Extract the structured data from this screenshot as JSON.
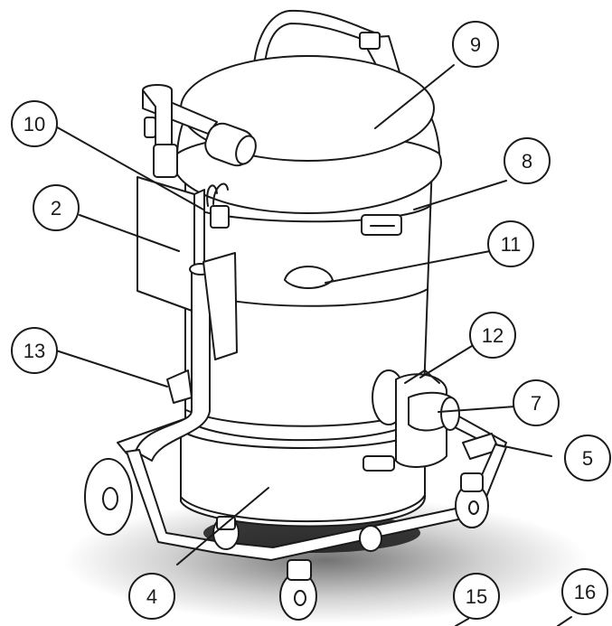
{
  "diagram": {
    "callouts": [
      {
        "id": "c9",
        "label": "9"
      },
      {
        "id": "c10",
        "label": "10"
      },
      {
        "id": "c8",
        "label": "8"
      },
      {
        "id": "c2",
        "label": "2"
      },
      {
        "id": "c11",
        "label": "11"
      },
      {
        "id": "c13",
        "label": "13"
      },
      {
        "id": "c12",
        "label": "12"
      },
      {
        "id": "c7",
        "label": "7"
      },
      {
        "id": "c5",
        "label": "5"
      },
      {
        "id": "c4",
        "label": "4"
      },
      {
        "id": "c15",
        "label": "15"
      },
      {
        "id": "c16",
        "label": "16"
      }
    ],
    "colors": {
      "line": "#1a1a1a",
      "body": "#ffffff",
      "shadow": "#2b2b2b"
    }
  }
}
